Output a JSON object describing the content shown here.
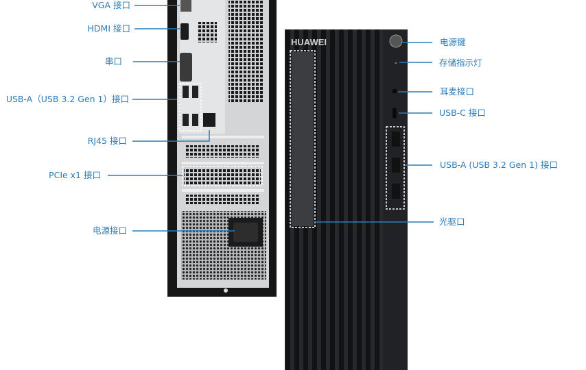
{
  "brand": "HUAWEI",
  "accent_color": "#2b7bb9",
  "rear_labels": [
    {
      "id": "vga",
      "text": "VGA 接口"
    },
    {
      "id": "hdmi",
      "text": "HDMI 接口"
    },
    {
      "id": "serial",
      "text": "串口"
    },
    {
      "id": "usb-a-rear",
      "text": "USB-A（USB 3.2 Gen 1）接口"
    },
    {
      "id": "rj45",
      "text": "RJ45 接口"
    },
    {
      "id": "pcie",
      "text": "PCIe x1 接口"
    },
    {
      "id": "power-connector",
      "text": "电源接口"
    }
  ],
  "front_labels": [
    {
      "id": "power-button",
      "text": "电源键"
    },
    {
      "id": "storage-indicator",
      "text": "存储指示灯"
    },
    {
      "id": "headset-jack",
      "text": "耳麦接口"
    },
    {
      "id": "usb-c",
      "text": "USB-C 接口"
    },
    {
      "id": "usb-a-front",
      "text": "USB-A (USB 3.2 Gen 1) 接口"
    },
    {
      "id": "optical-drive",
      "text": "光驱口"
    }
  ]
}
